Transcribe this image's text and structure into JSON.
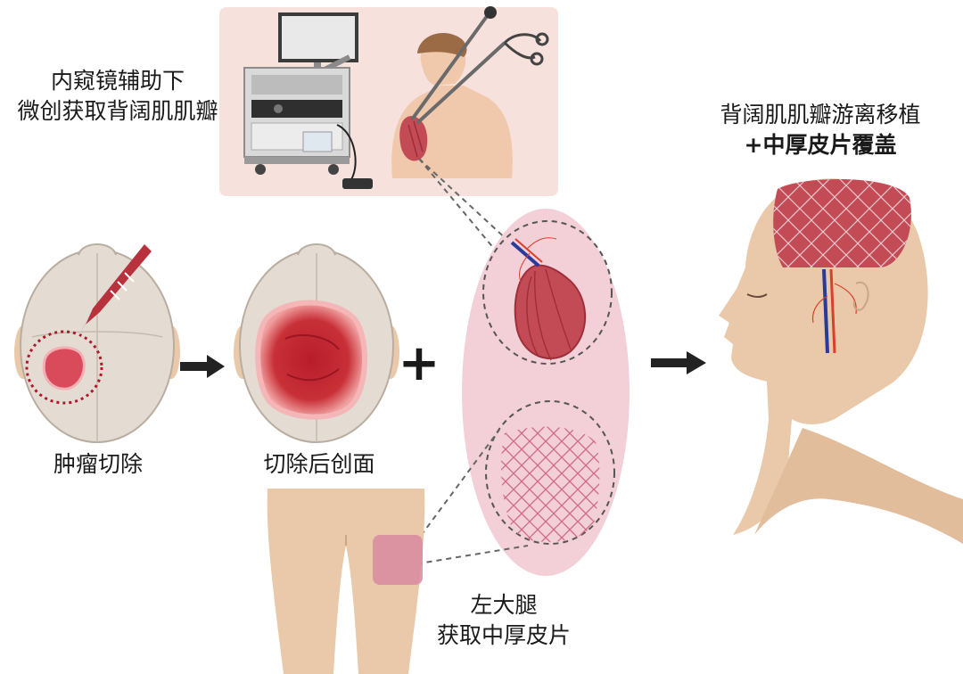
{
  "labels": {
    "endoscope_line1": "内窥镜辅助下",
    "endoscope_line2": "微创获取背阔肌肌瓣",
    "transplant_line1": "背阔肌肌瓣游离移植",
    "transplant_line2": "+中厚皮片覆盖",
    "tumor_resection": "肿瘤切除",
    "post_resection_wound": "切除后创面",
    "left_thigh_line1": "左大腿",
    "left_thigh_line2": "获取中厚皮片"
  },
  "symbols": {
    "plus": "+"
  },
  "colors": {
    "panel_bg": "#f6e1dc",
    "skin": "#e9c9a9",
    "skull": "#e4dcd3",
    "wound": "#c0303a",
    "muscle_flap": "#c24b55",
    "graft_bg": "#f3d0d8",
    "mesh": "#c23d57",
    "vein": "#283a9a",
    "artery": "#d8402a",
    "arrow": "#222222"
  }
}
